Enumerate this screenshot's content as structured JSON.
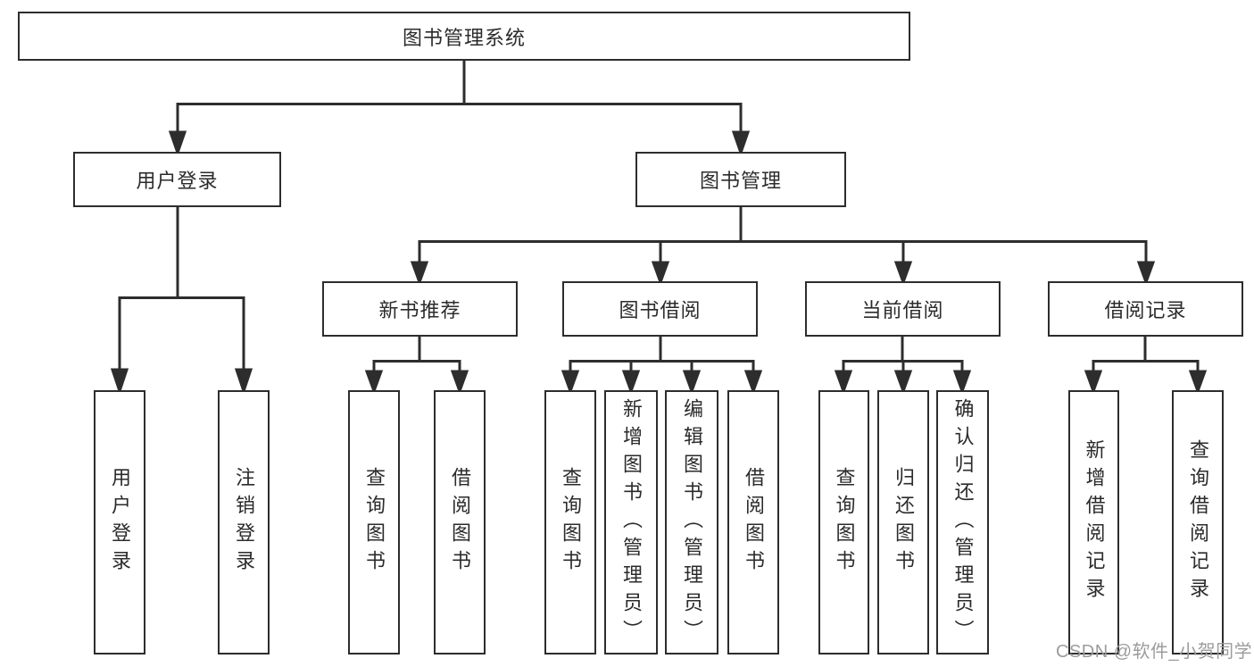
{
  "diagram": {
    "nodes": {
      "root": "图书管理系统",
      "user_login": "用户登录",
      "book_mgmt": "图书管理",
      "new_book": "新书推荐",
      "book_borrow": "图书借阅",
      "current_borrow": "当前借阅",
      "borrow_record": "借阅记录",
      "leaf_user_login": "用户登录",
      "leaf_logout": "注销登录",
      "leaf_nb_query": "查询图书",
      "leaf_nb_borrow": "借阅图书",
      "leaf_bb_query": "查询图书",
      "leaf_bb_add": "新增图书（管理员）",
      "leaf_bb_edit": "编辑图书（管理员）",
      "leaf_bb_borrow": "借阅图书",
      "leaf_cb_query": "查询图书",
      "leaf_cb_return": "归还图书",
      "leaf_cb_confirm": "确认归还（管理员）",
      "leaf_br_add": "新增借阅记录",
      "leaf_br_query": "查询借阅记录"
    }
  },
  "watermark": {
    "text": "CSDN @软件_小贺同学",
    "color": "#9c9c9c"
  },
  "colors": {
    "line": "#2d2d2d",
    "text": "#2b2b2b",
    "background": "#ffffff"
  }
}
